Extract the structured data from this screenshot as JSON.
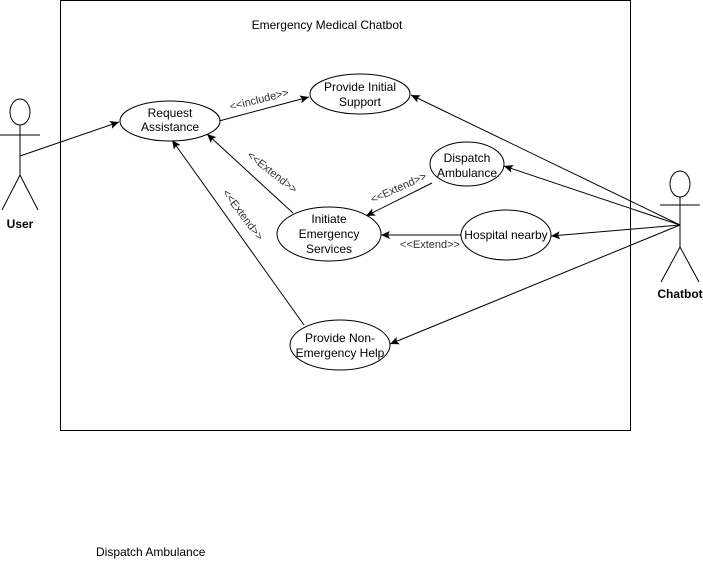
{
  "system": {
    "title": "Emergency Medical Chatbot"
  },
  "actors": {
    "user": {
      "label": "User"
    },
    "chatbot": {
      "label": "Chatbot"
    }
  },
  "use_cases": {
    "request_assistance": {
      "line1": "Request",
      "line2": "Assistance"
    },
    "provide_initial_support": {
      "line1": "Provide Initial",
      "line2": "Support"
    },
    "dispatch_ambulance": {
      "line1": "Dispatch",
      "line2": "Ambulance"
    },
    "initiate_emergency_services": {
      "line1": "Initiate",
      "line2": "Emergency",
      "line3": "Services"
    },
    "hospital_nearby": {
      "line1": "Hospital nearby"
    },
    "provide_non_emergency_help": {
      "line1": "Provide Non-",
      "line2": "Emergency Help"
    }
  },
  "relations": {
    "include_label": "<<include>>",
    "extend_label": "<<Extend>>"
  },
  "loose_text": "Dispatch Ambulance"
}
